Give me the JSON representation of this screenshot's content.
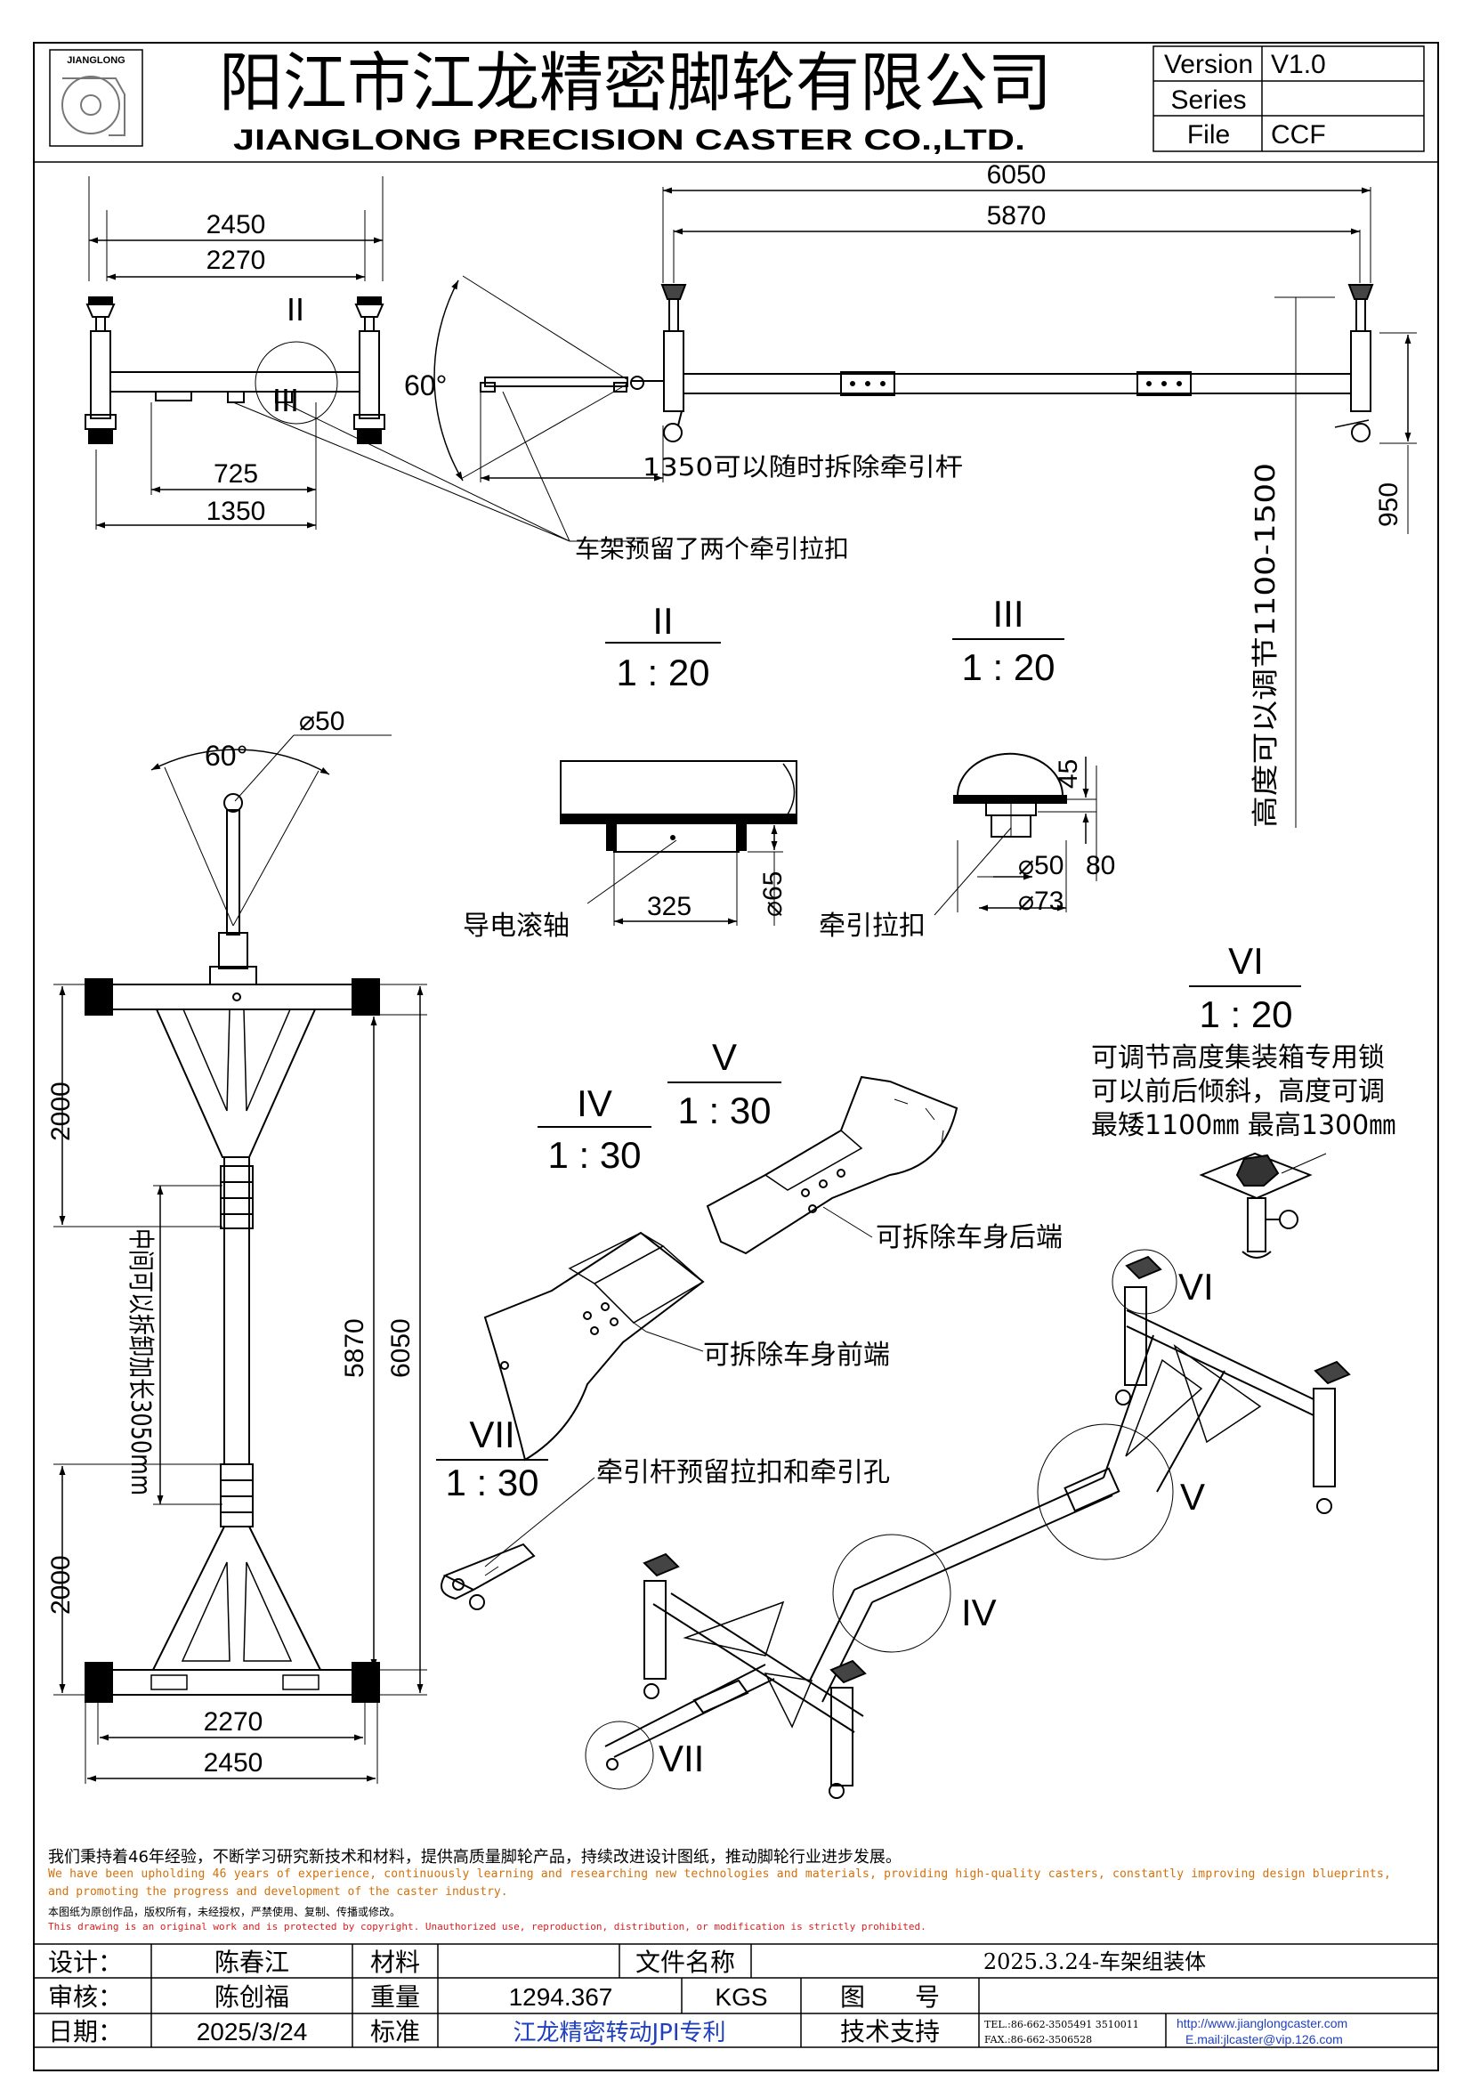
{
  "header": {
    "company_cn": "阳江市江龙精密脚轮有限公司",
    "company_en": "JIANGLONG PRECISION CASTER CO.,LTD.",
    "logo_text": "JIANGLONG",
    "version_label": "Version",
    "version_value": "V1.0",
    "series_label": "Series",
    "series_value": "",
    "file_label": "File",
    "file_value": "CCF"
  },
  "top_view": {
    "dim_outer_width": "2450",
    "dim_inner_width": "2270",
    "dim_725": "725",
    "dim_1350": "1350",
    "detail_II": "II",
    "detail_III": "III"
  },
  "side_view": {
    "dim_total_length": "6050",
    "dim_wheelbase": "5870",
    "angle": "60°",
    "towbar_note": "1350可以随时拆除牵引杆",
    "dim_height": "950",
    "height_note": "高度可以调节1100-1500"
  },
  "notes": {
    "tow_buckle_note": "车架预留了两个牵引拉扣"
  },
  "details": {
    "II": {
      "label": "II",
      "scale": "1 : 20",
      "dim_325": "325",
      "dim_65": "⌀65",
      "part_name": "导电滚轴"
    },
    "III": {
      "label": "III",
      "scale": "1 : 20",
      "dim_45": "45",
      "dim_50": "⌀50",
      "dim_80": "80",
      "dim_73": "⌀73",
      "part_name": "牵引拉扣"
    },
    "IV": {
      "label": "IV",
      "scale": "1 : 30",
      "note": "可拆除车身前端"
    },
    "V": {
      "label": "V",
      "scale": "1 : 30",
      "note": "可拆除车身后端"
    },
    "VI": {
      "label": "VI",
      "scale": "1 : 20",
      "note_lines": [
        "可调节高度集装箱专用锁",
        "可以前后倾斜，高度可调",
        "最矮1100㎜ 最高1300㎜"
      ]
    },
    "VII": {
      "label": "VII",
      "scale": "1 : 30",
      "note": "牵引杆预留拉扣和牵引孔"
    }
  },
  "plan_view": {
    "dim_phi50": "⌀50",
    "angle": "60°",
    "dim_2000_top": "2000",
    "dim_2000_bottom": "2000",
    "dim_middle_note": "中间可以拆卸加长3050mm",
    "dim_5870": "5870",
    "dim_6050": "6050",
    "dim_2270": "2270",
    "dim_2450": "2450"
  },
  "iso_view": {
    "label_VI": "VI",
    "label_V": "V",
    "label_IV": "IV",
    "label_VII": "VII"
  },
  "statement": {
    "cn": "我们秉持着46年经验，不断学习研究新技术和材料，提供高质量脚轮产品，持续改进设计图纸，推动脚轮行业进步发展。",
    "en_1": "We have been upholding 46 years of experience, continuously learning and researching new technologies and materials, providing high-quality casters, constantly improving design blueprints,",
    "en_2": "and promoting the progress and development of the caster industry.",
    "copyright_cn": "本图纸为原创作品，版权所有，未经授权，严禁使用、复制、传播或修改。",
    "copyright_en": "This drawing is an original work and is protected by copyright. Unauthorized use, reproduction, distribution, or modification is strictly prohibited."
  },
  "title_block": {
    "design_label": "设计：",
    "designer": "陈春江",
    "material_label": "材料",
    "material_value": "",
    "file_name_label": "文件名称",
    "file_name": "2025.3.24-车架组装体",
    "review_label": "审核：",
    "reviewer": "陈创福",
    "weight_label": "重量",
    "weight_value": "1294.367",
    "weight_unit": "KGS",
    "drawing_no_label": "图　　号",
    "drawing_no": "",
    "date_label": "日期：",
    "date_value": "2025/3/24",
    "standard_label": "标准",
    "standard_value": "江龙精密转动JPI专利",
    "tech_support_label": "技术支持",
    "tel": "TEL.:86-662-3505491 3510011",
    "fax": "FAX.:86-662-3506528",
    "website": "http://www.jianglongcaster.com",
    "email": "E.mail:jlcaster@vip.126.com"
  },
  "colors": {
    "accent_orange": "#d4700a",
    "accent_red": "#d81e1e",
    "accent_blue": "#1f3fbf"
  }
}
